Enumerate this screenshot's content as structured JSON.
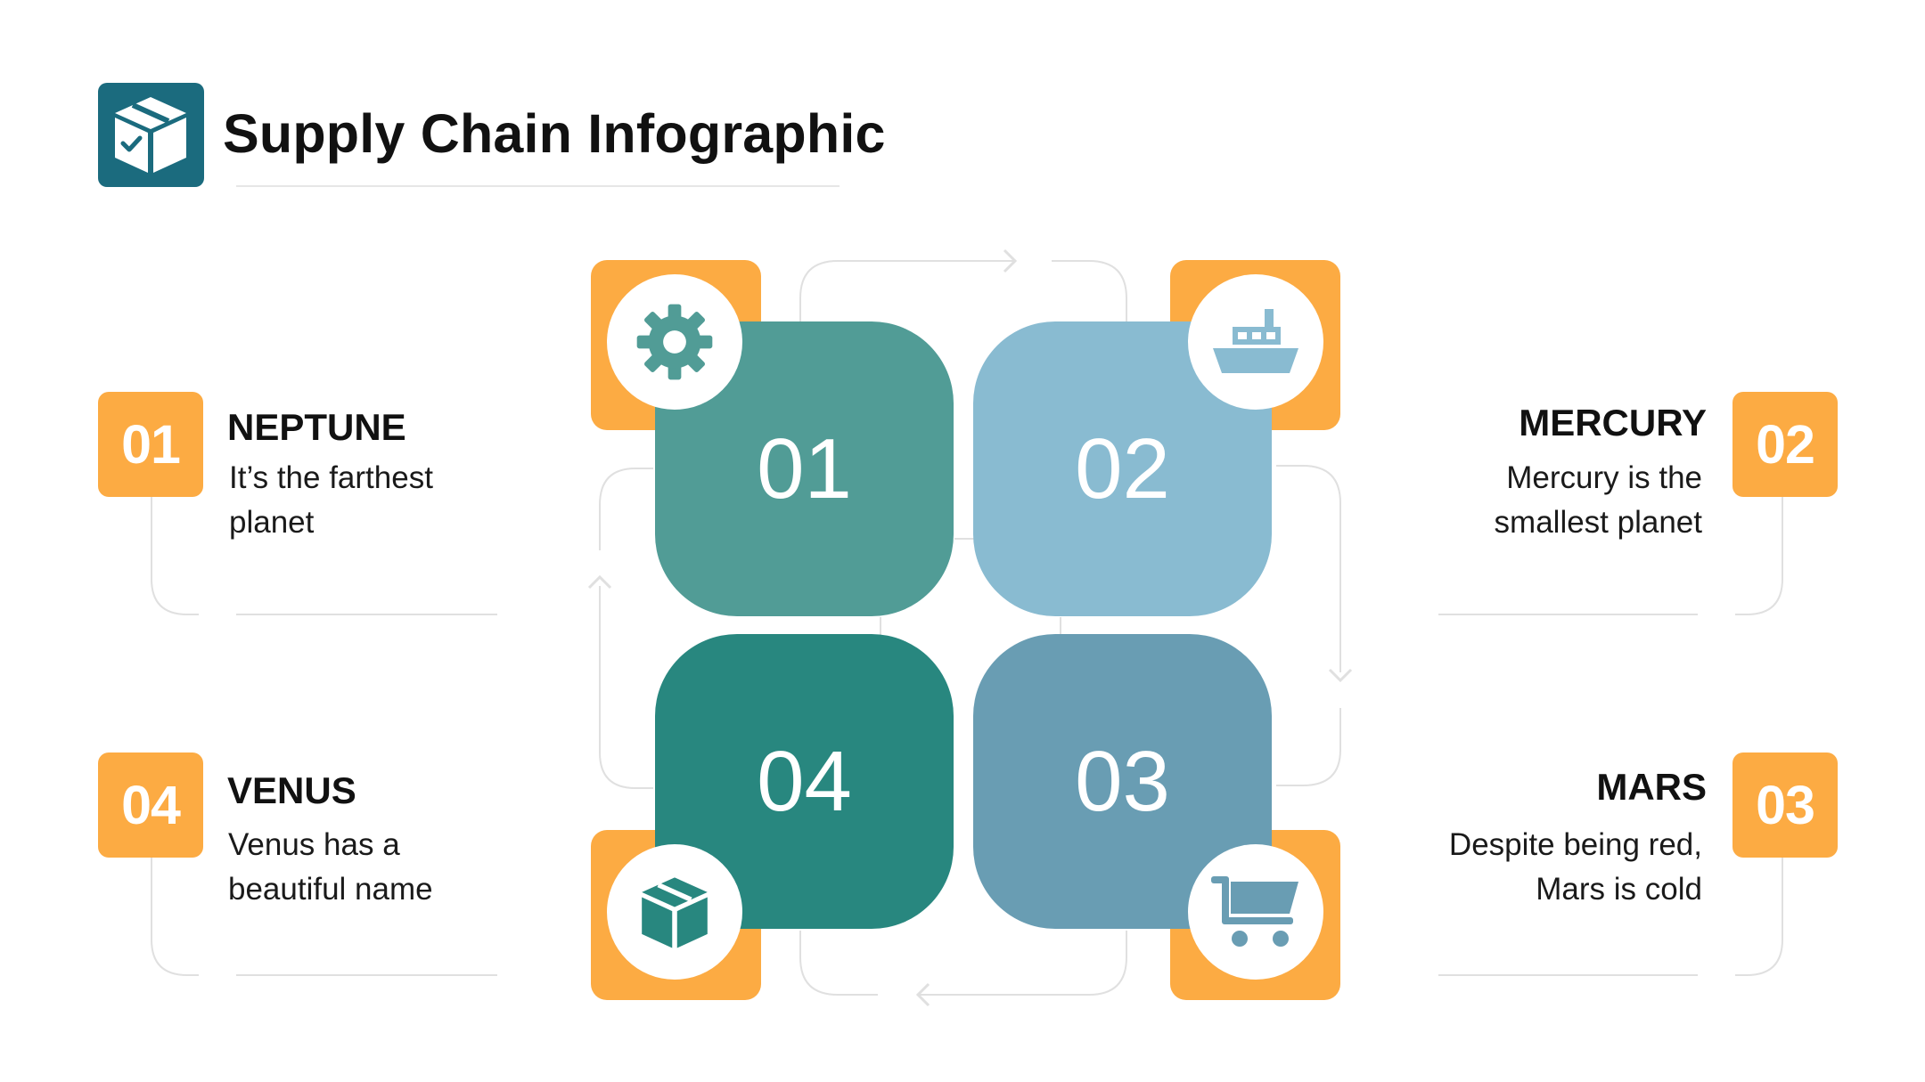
{
  "header": {
    "title": "Supply Chain Infographic",
    "logo_icon": "package-box-icon"
  },
  "colors": {
    "accent_orange": "#fcab43",
    "tile_01": "#519c96",
    "tile_02": "#89bbd1",
    "tile_03": "#699db3",
    "tile_04": "#28877f",
    "logo_bg": "#1b6b7e",
    "line_gray": "#e0e0e0"
  },
  "tiles": [
    {
      "number": "01",
      "icon": "gear-icon"
    },
    {
      "number": "02",
      "icon": "ship-icon"
    },
    {
      "number": "03",
      "icon": "shopping-cart-icon"
    },
    {
      "number": "04",
      "icon": "package-box-icon"
    }
  ],
  "steps": [
    {
      "badge": "01",
      "title": "NEPTUNE",
      "description": "It’s the farthest\nplanet"
    },
    {
      "badge": "02",
      "title": "MERCURY",
      "description": "Mercury is the\nsmallest planet"
    },
    {
      "badge": "03",
      "title": "MARS",
      "description": "Despite being red,\nMars is cold"
    },
    {
      "badge": "04",
      "title": "VENUS",
      "description": "Venus has a\nbeautiful name"
    }
  ]
}
